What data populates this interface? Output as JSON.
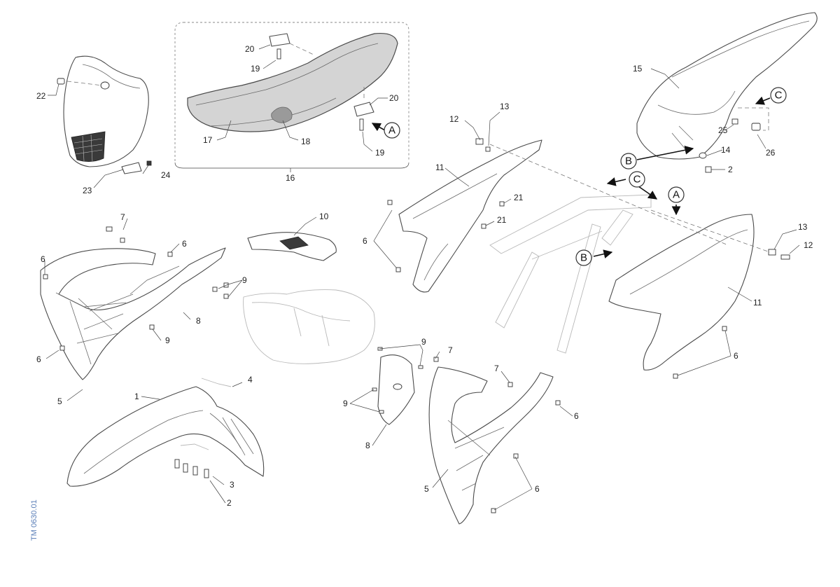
{
  "document_number": "TM 0630.01",
  "callouts": [
    "1",
    "2",
    "3",
    "4",
    "5",
    "6",
    "7",
    "8",
    "9",
    "10",
    "11",
    "12",
    "13",
    "14",
    "15",
    "16",
    "17",
    "18",
    "19",
    "20",
    "21",
    "22",
    "23",
    "24",
    "25",
    "26"
  ],
  "reference_letters": [
    "A",
    "B",
    "C"
  ],
  "colors": {
    "line": "#4a4a4a",
    "seat_fill": "#d4d4d4",
    "doc_number": "#5b7fb8"
  }
}
